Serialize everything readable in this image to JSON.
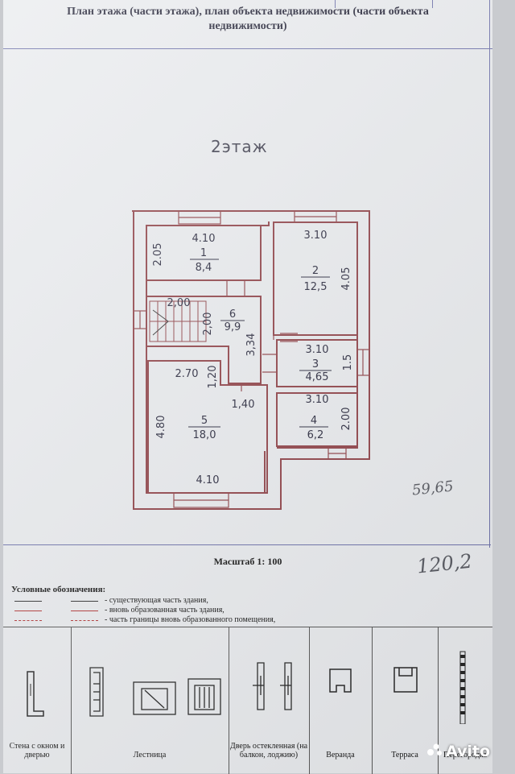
{
  "header": {
    "line1": "План этажа (части этажа), план объекта недвижимости (части объекта",
    "line2": "недвижимости)"
  },
  "floor_title": "2этаж",
  "rooms": [
    {
      "number": "1",
      "area": "8,4"
    },
    {
      "number": "2",
      "area": "12,5"
    },
    {
      "number": "3",
      "area": "4,65"
    },
    {
      "number": "4",
      "area": "6,2"
    },
    {
      "number": "5",
      "area": "18,0"
    },
    {
      "number": "6",
      "area": "9,9"
    }
  ],
  "dimensions": {
    "room1_width": "4.10",
    "room1_height": "2.05",
    "room2_width": "3.10",
    "room2_height": "4.05",
    "room3_width": "3.10",
    "room3_height": "1.5",
    "room4_width": "3.10",
    "room4_height": "2.00",
    "room5_width_top": "2.70",
    "room5_width_bottom": "4.10",
    "room5_height": "4.80",
    "room5_notch_h": "1,20",
    "room5_notch_w": "1,40",
    "room6_width": "2,00",
    "room6_height": "2,00",
    "room6_corridor": "3,34"
  },
  "hand_notes": {
    "note1": "59,65",
    "note2": "120,2"
  },
  "scale_label": "Масштаб 1: 100",
  "legend": {
    "title": "Условные обозначения:",
    "items": [
      {
        "text": "- существующая часть здания,",
        "color": "#2a2a2a"
      },
      {
        "text": "- вновь образованная часть здания,",
        "color": "#b03030"
      },
      {
        "text": "- часть границы вновь образованного помещения,",
        "color": "#b03030"
      }
    ]
  },
  "symbols": [
    {
      "label": "Стена с окном и дверью"
    },
    {
      "label": "Лестница"
    },
    {
      "label": "Дверь остекленная (на балкон, лоджию)"
    },
    {
      "label": "Веранда"
    },
    {
      "label": "Терраса"
    },
    {
      "label": "Перегородка"
    }
  ],
  "watermark": "Avito",
  "colors": {
    "wall": "#8e3f45",
    "frame": "#6a6ea8",
    "paper": "#e9ebee"
  }
}
